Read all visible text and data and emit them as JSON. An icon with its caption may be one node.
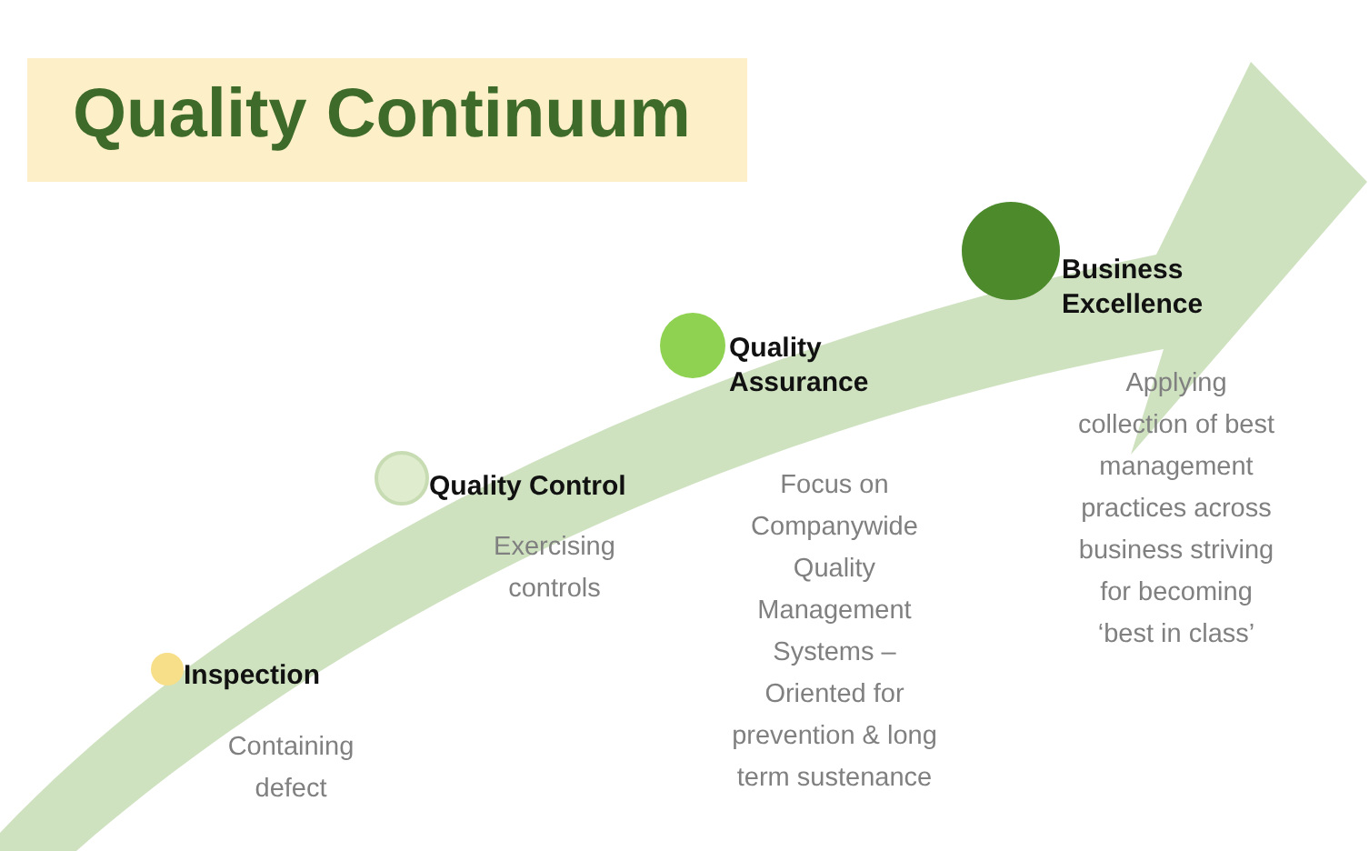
{
  "diagram": {
    "title": "Quality Continuum",
    "nodes": [
      {
        "text": [
          "Inspection",
          "Containing defect"
        ]
      },
      {
        "text": [
          "Quality Control",
          "Exercising controls"
        ]
      },
      {
        "text": [
          "Quality Assurance",
          "Focus on Companywide Quality Management Systems – Oriented for prevention & long term sustenance"
        ]
      },
      {
        "text": [
          "Business Excellence",
          "Applying collection of best management practices across business striving for becoming ‘best in class’"
        ]
      }
    ]
  }
}
